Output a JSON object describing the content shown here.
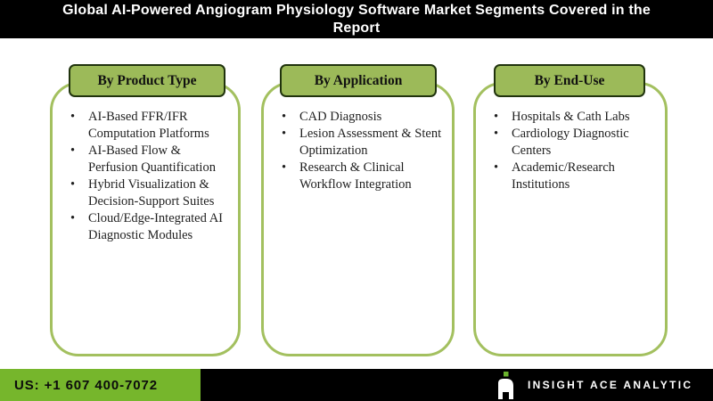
{
  "header": {
    "title_line1": "Global AI-Powered Angiogram Physiology Software Market Segments Covered in the",
    "title_line2": "Report"
  },
  "columns": [
    {
      "title": "By Product Type",
      "items": [
        "AI-Based FFR/IFR Computation Platforms",
        "AI-Based Flow & Perfusion Quantification",
        "Hybrid Visualization & Decision-Support Suites",
        "Cloud/Edge-Integrated AI Diagnostic Modules"
      ]
    },
    {
      "title": "By Application",
      "items": [
        "CAD Diagnosis",
        "Lesion Assessment & Stent Optimization",
        "Research & Clinical Workflow Integration"
      ]
    },
    {
      "title": "By End-Use",
      "items": [
        "Hospitals & Cath Labs",
        "Cardiology Diagnostic Centers",
        "Academic/Research Institutions"
      ]
    }
  ],
  "footer": {
    "phone_label": "US: +1 607 400-7072",
    "brand": "INSIGHT ACE ANALYTIC"
  },
  "icons": {
    "brand_logo": "insight-ace-monogram-a-with-green-dot"
  },
  "colors": {
    "bar_black": "#000000",
    "tab_green": "#9cba59",
    "tab_border": "#20330d",
    "card_border_green": "#a3c05f",
    "footer_green": "#76b62c",
    "logo_dot_green": "#6ab32d"
  }
}
